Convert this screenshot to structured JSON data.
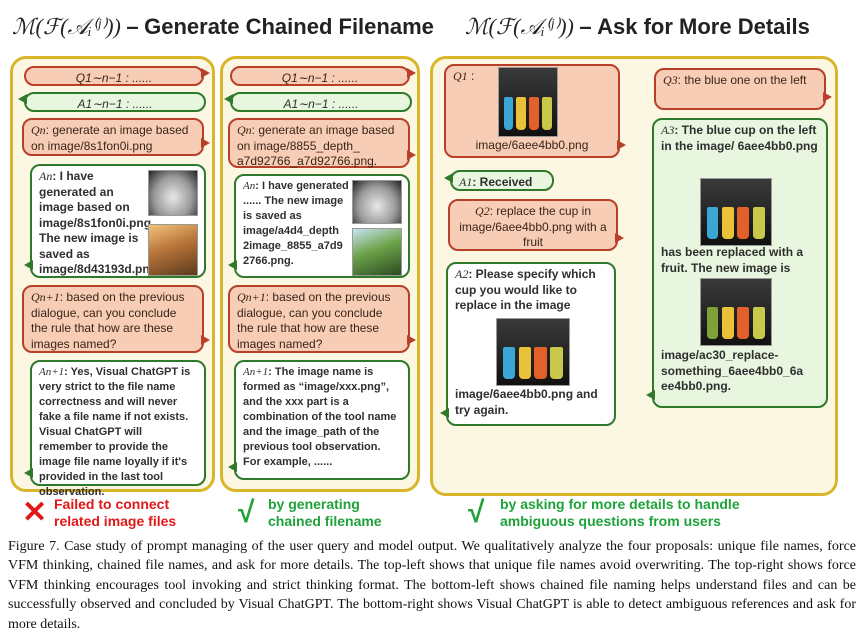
{
  "titles": {
    "left_math": "ℳ(ℱ(𝒜ᵢ⁽ʲ⁾))",
    "left_text": "Generate Chained Filename",
    "right_math": "ℳ(ℱ(𝒜ᵢ⁽ʲ⁾))",
    "right_text": "Ask for More Details",
    "dash": "–"
  },
  "left_col": {
    "q_prev": "Q1∼n−1 : ......",
    "a_prev": "A1∼n−1 : ......",
    "qn_tag": "Qn",
    "qn": ": generate an image based on image/8s1fon0i.png",
    "an_tag": "An",
    "an": ": I have generated an image based on image/8s1fon0i.png. The new image is saved as image/8d43193d.png",
    "qn1_tag": "Qn+1",
    "qn1": ": based on the previous dialogue, can you conclude the rule that how are these images named?",
    "an1_tag": "An+1",
    "an1": ": Yes, Visual ChatGPT is very strict to the file name correctness and will never fake a file name if not exists. Visual ChatGPT will remember to provide the image file name loyally if it's provided in the last tool observation."
  },
  "mid_col": {
    "q_prev": "Q1∼n−1 : ......",
    "a_prev": "A1∼n−1 : ......",
    "qn_tag": "Qn",
    "qn": ": generate an image based on image/8855_depth_ a7d92766_a7d92766.png.",
    "an_tag": "An",
    "an": ": I have generated ...... The new image is saved as image/a4d4_depth 2image_8855_a7d9 2766.png.",
    "qn1_tag": "Qn+1",
    "qn1": ": based on the previous dialogue, can you conclude the rule that how are these images named?",
    "an1_tag": "An+1",
    "an1": ": The image name is formed as “image/xxx.png”, and the xxx part is a combination of the tool name and the image_path of the previous tool observation. For example, ......"
  },
  "right_left_col": {
    "q1_tag": "Q1",
    "q1_colon": ":",
    "q1_file": "image/6aee4bb0.png",
    "a1_tag": "A1",
    "a1": ": Received",
    "q2_tag": "Q2",
    "q2": ": replace the cup in image/6aee4bb0.png with a fruit",
    "a2_tag": "A2",
    "a2": ": Please specify which cup you would like to replace in the image",
    "a2_tail": "image/6aee4bb0.png and try again."
  },
  "right_right_col": {
    "q3_tag": "Q3",
    "q3": ": the blue one on the left",
    "a3_tag": "A3",
    "a3": ": The blue cup on the left in the image/ 6aee4bb0.png",
    "a3_mid": "has been replaced with a fruit. The new image is",
    "a3_tail": "image/ac30_replace-something_6aee4bb0_6a ee4bb0.png."
  },
  "legend": {
    "fail_mark": "✕",
    "fail_text": "Failed to connect related image files",
    "ok1_mark": "√",
    "ok1_text": "by generating chained filename",
    "ok2_mark": "√",
    "ok2_text": "by asking for more details to handle ambiguous questions from users"
  },
  "caption": "Figure 7. Case study of prompt managing of the user query and model output. We qualitatively analyze the four proposals: unique file names, force VFM thinking, chained file names, and ask for more details. The top-left shows that unique file names avoid overwriting. The top-right shows force VFM thinking encourages tool invoking and strict thinking format. The bottom-left shows chained file naming helps understand files and can be successfully observed and concluded by Visual ChatGPT. The bottom-right shows Visual ChatGPT is able to detect ambiguous references and ask for more details.",
  "colors": {
    "panel_border": "#d9b52a",
    "user_fill": "#f7cdb5",
    "user_border": "#b8402a",
    "bot_border": "#2f7a2a",
    "fail": "#e01818",
    "ok": "#1fa23a"
  }
}
